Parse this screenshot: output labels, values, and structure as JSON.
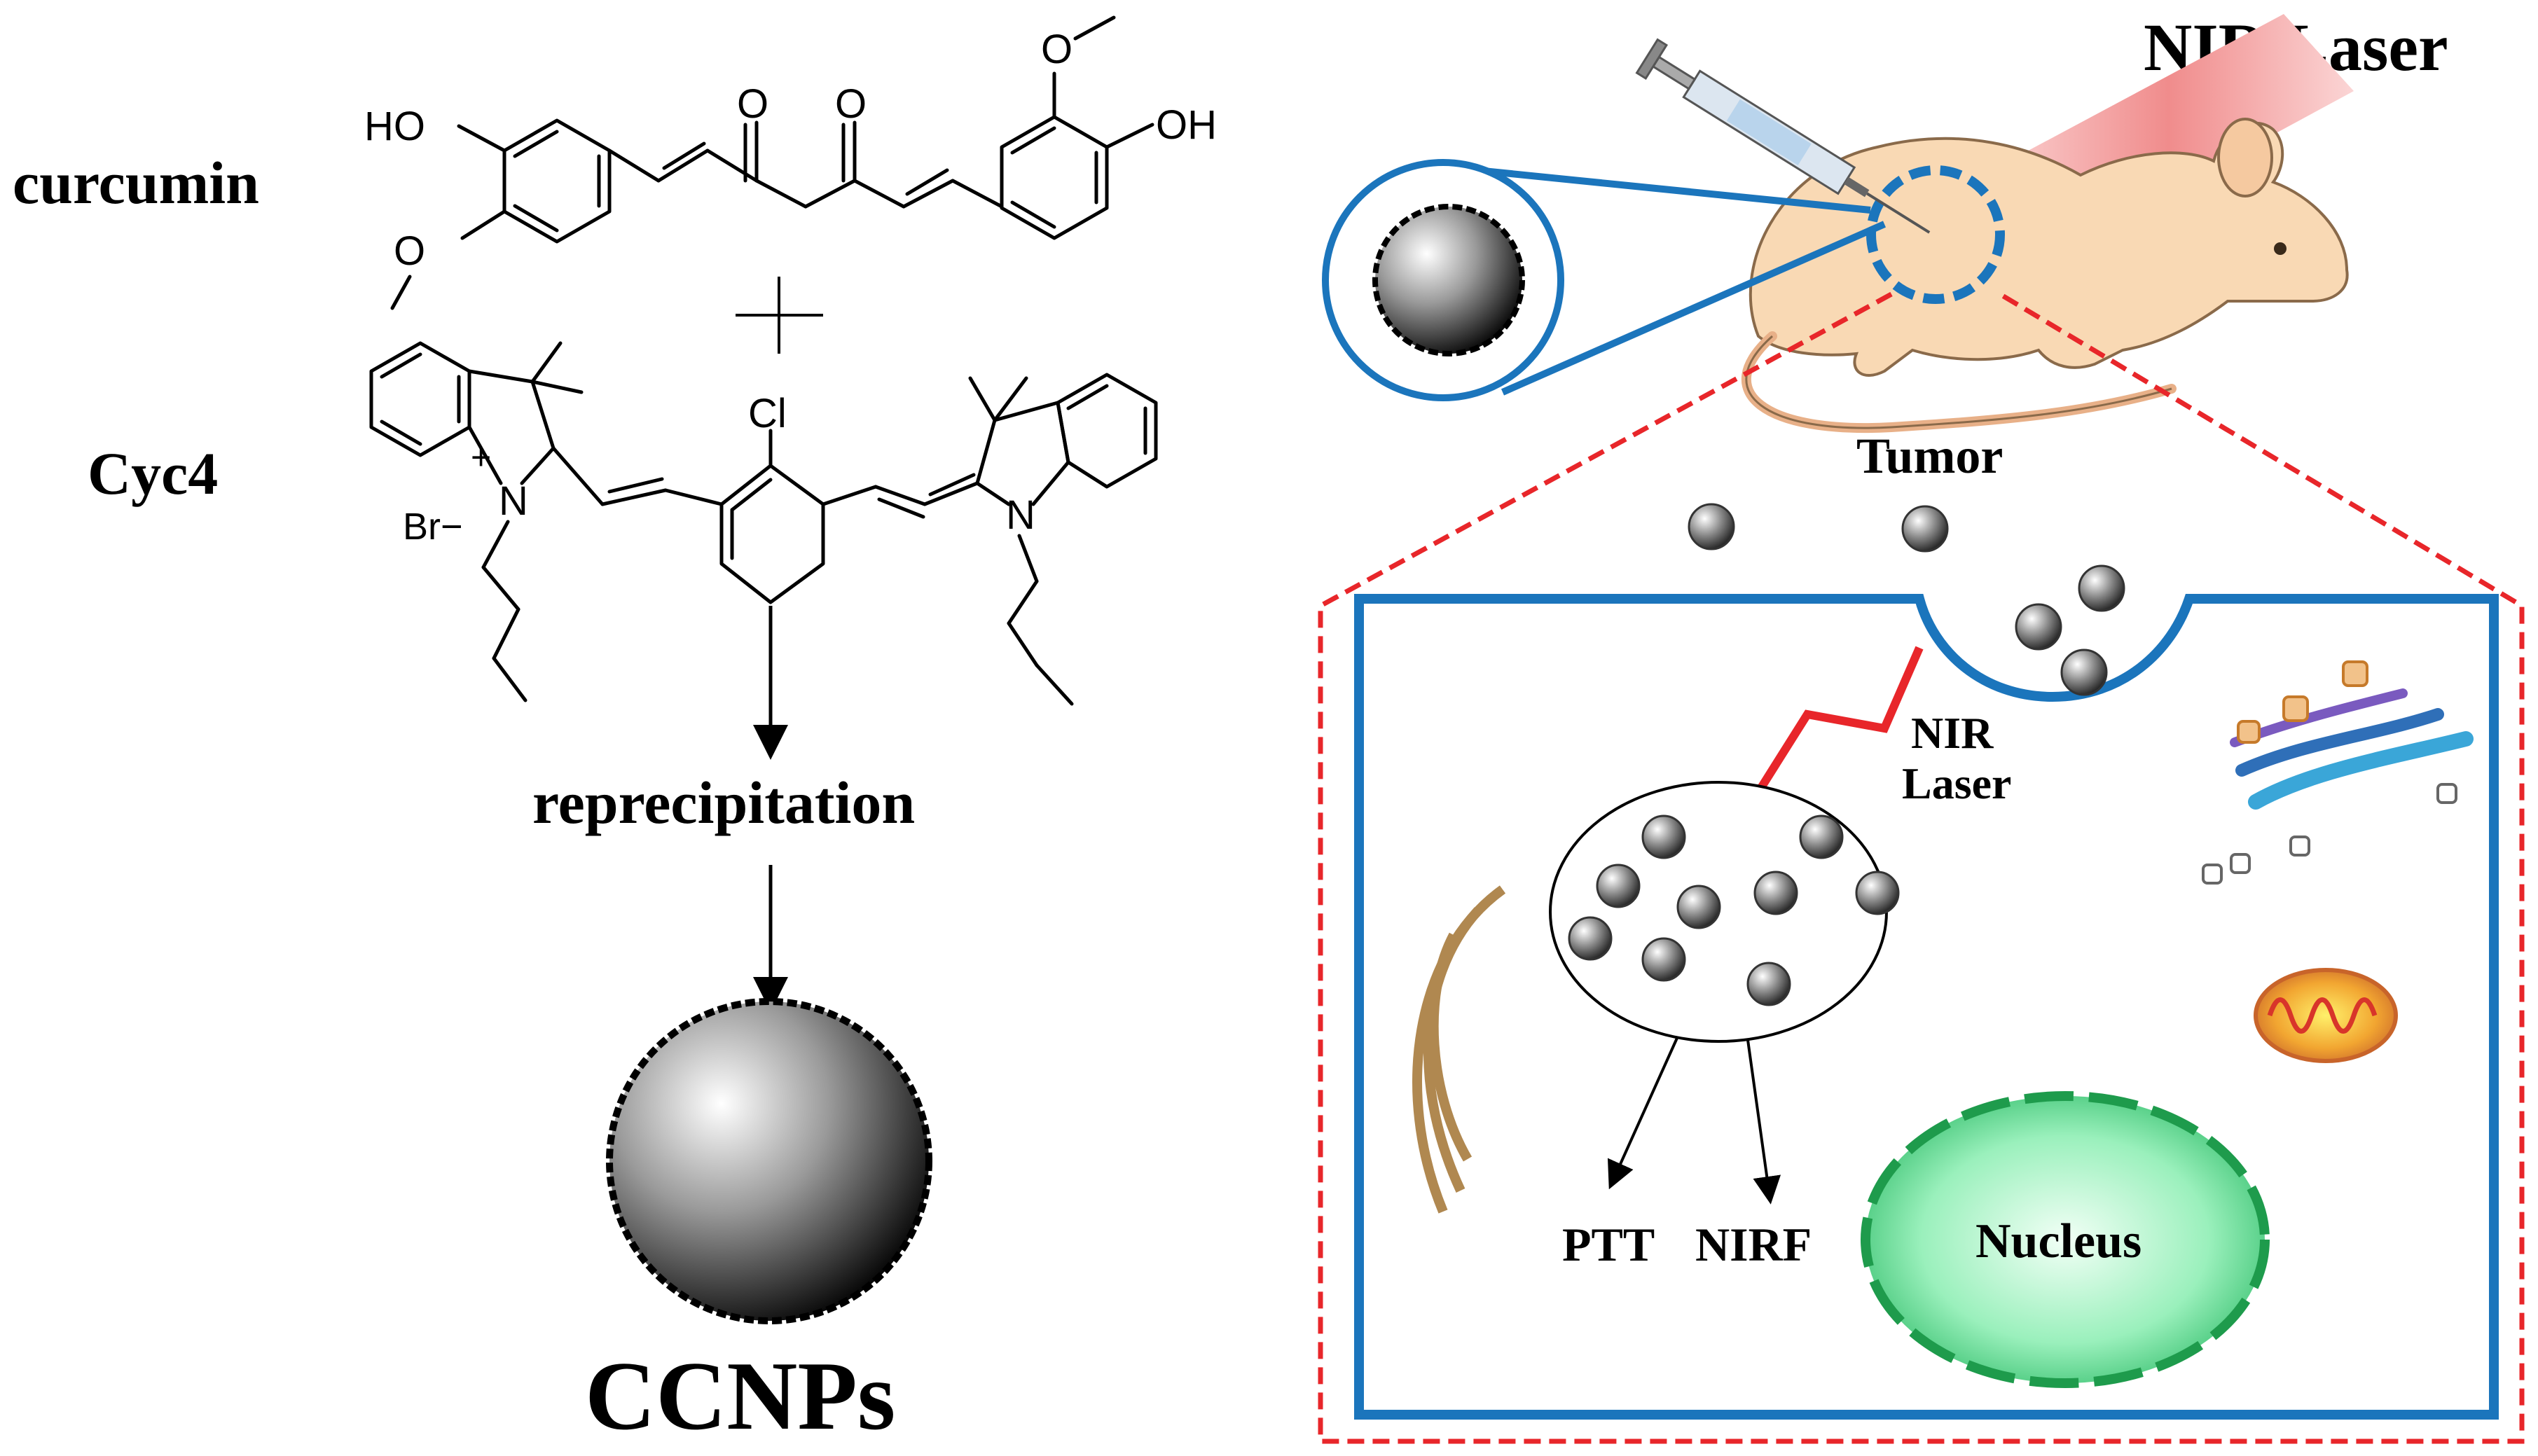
{
  "left_panel": {
    "label_curcumin": "curcumin",
    "label_cyc4": "Cyc4",
    "label_reprecipitation": "reprecipitation",
    "label_ccnps": "CCNPs",
    "atoms": {
      "ho": "HO",
      "oh": "OH",
      "o": "O",
      "cl": "Cl",
      "n": "N",
      "br_minus": "Br−",
      "plus": "+"
    },
    "plus_sign": "+"
  },
  "right_panel": {
    "label_nir_laser_top": "NIR Laser",
    "label_tumor": "Tumor",
    "label_nir": "NIR",
    "label_laser": "Laser",
    "label_ptt": "PTT",
    "label_nirf": "NIRF",
    "label_nucleus": "Nucleus"
  },
  "colors": {
    "cell_border": "#1b75bc",
    "inset_dash": "#e8262a",
    "laser_bolt": "#e8262a",
    "mouse_body": "#f9d9b4",
    "nucleus_fill": "#7ee8a8",
    "nucleus_edge": "#1e9b4c",
    "er_color": "#b08850",
    "mito_color": "#e8a020",
    "golgi_color": "#3aa6d8",
    "laser_beam": "#f29a9a"
  },
  "icons": [
    "syringe-icon",
    "mouse-icon",
    "nanoparticle-icon",
    "endoplasmic-reticulum-icon",
    "golgi-icon",
    "mitochondrion-icon"
  ]
}
